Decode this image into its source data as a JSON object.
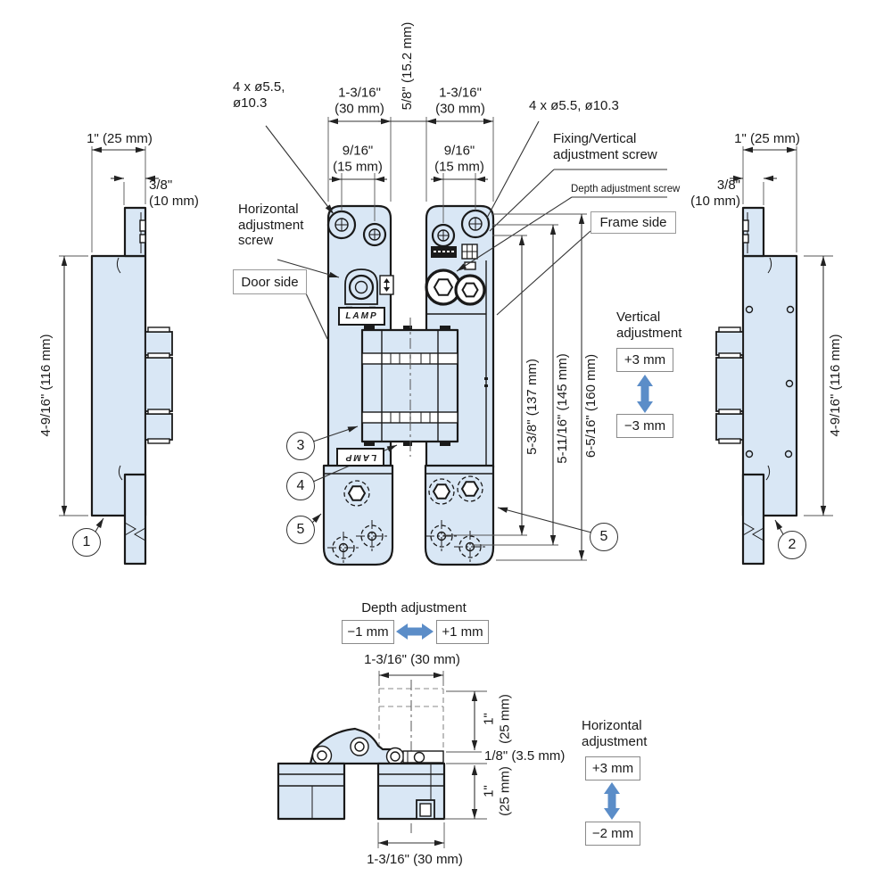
{
  "colors": {
    "part_fill": "#d9e7f5",
    "line": "#1a1a1a",
    "arrow_blue": "#5b8dc8"
  },
  "brand": {
    "logo": "LAMP"
  },
  "front": {
    "dim_plate_left": "1-3/16\"\n(30 mm)",
    "dim_plate_right": "1-3/16\"\n(30 mm)",
    "dim_gap": "5/8\" (15.2 mm)",
    "dim_holes_left": "9/16\"\n(15 mm)",
    "dim_holes_right": "9/16\"\n(15 mm)",
    "spec_left": "4 x ø5.5,\nø10.3",
    "spec_right": "4 x ø5.5, ø10.3",
    "label_horizontal_screw": "Horizontal\nadjustment\nscrew",
    "label_door_side": "Door side",
    "label_fixing_screw": "Fixing/Vertical\nadjustment screw",
    "label_depth_screw": "Depth adjustment screw",
    "label_frame_side": "Frame side",
    "dim_h137": "5-3/8\" (137 mm)",
    "dim_h145": "5-11/16\" (145 mm)",
    "dim_h160": "6-5/16\" (160 mm)"
  },
  "side_left": {
    "dim_width": "1\" (25 mm)",
    "dim_lip": "3/8\"\n(10 mm)",
    "dim_height": "4-9/16\" (116 mm)",
    "balloon": "1"
  },
  "side_right": {
    "dim_width": "1\" (25 mm)",
    "dim_lip": "3/8\"\n(10 mm)",
    "dim_height": "4-9/16\" (116 mm)",
    "balloon": "2"
  },
  "balloons": {
    "b3": "3",
    "b4": "4",
    "b5_left": "5",
    "b5_right": "5"
  },
  "adjustments": {
    "vertical": {
      "title": "Vertical\nadjustment",
      "plus": "+3 mm",
      "minus": "−3 mm"
    },
    "depth": {
      "title": "Depth adjustment",
      "minus": "−1 mm",
      "plus": "+1 mm"
    },
    "horizontal": {
      "title": "Horizontal\nadjustment",
      "plus": "+3 mm",
      "minus": "−2 mm"
    }
  },
  "bottom": {
    "dim_top": "1-3/16\" (30 mm)",
    "dim_bottom": "1-3/16\" (30 mm)",
    "dim_upper": "1\"\n(25 mm)",
    "dim_lower": "1\"\n(25 mm)",
    "dim_gap": "1/8\" (3.5 mm)"
  }
}
